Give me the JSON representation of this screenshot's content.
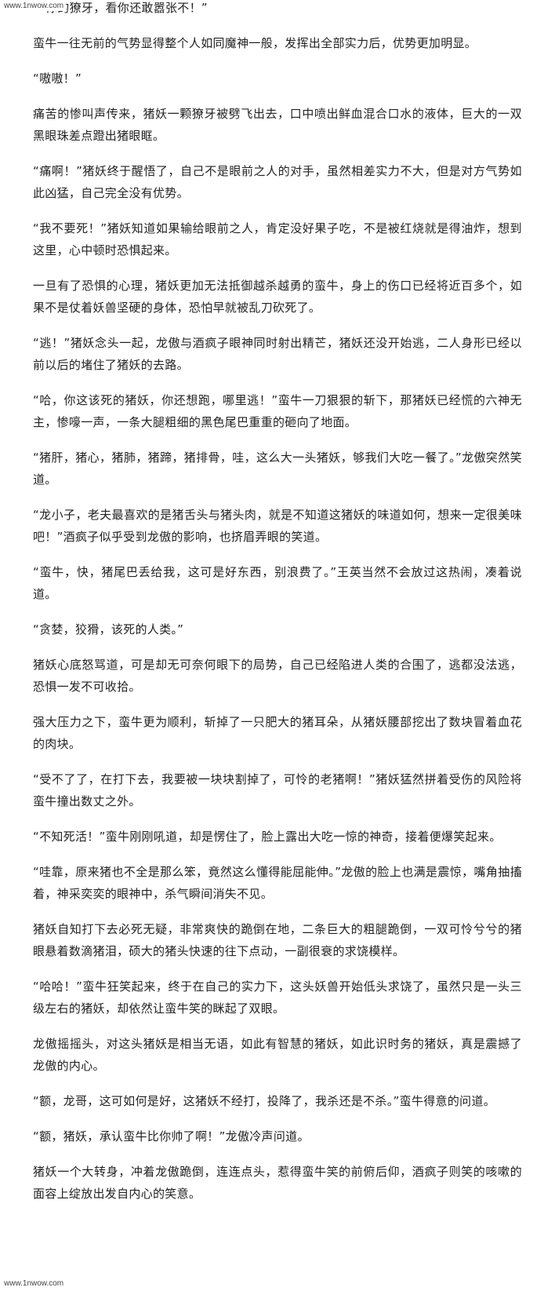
{
  "watermark": {
    "top": "www.1nwow.com",
    "bottom": "www.1nwow.com"
  },
  "paragraphs": [
    "你的獠牙，看你还敢嚣张不！”",
    "蛮牛一往无前的气势显得整个人如同魔神一般，发挥出全部实力后，优势更加明显。",
    "“嗷嗷！”",
    "痛苦的惨叫声传来，猪妖一颗獠牙被劈飞出去，口中喷出鲜血混合口水的液体，巨大的一双黑眼珠差点蹬出猪眼眶。",
    "“痛啊！”猪妖终于醒悟了，自己不是眼前之人的对手，虽然相差实力不大，但是对方气势如此凶猛，自己完全没有优势。",
    "“我不要死！”猪妖知道如果输给眼前之人，肯定没好果子吃，不是被红烧就是得油炸，想到这里，心中顿时恐惧起来。",
    "一旦有了恐惧的心理，猪妖更加无法抵御越杀越勇的蛮牛，身上的伤口已经将近百多个，如果不是仗着妖兽坚硬的身体，恐怕早就被乱刀砍死了。",
    "“逃！”猪妖念头一起，龙傲与酒疯子眼神同时射出精芒，猪妖还没开始逃，二人身形已经以前以后的堵住了猪妖的去路。",
    "“哈，你这该死的猪妖，你还想跑，哪里逃！”蛮牛一刀狠狠的斩下，那猪妖已经慌的六神无主，惨嚎一声，一条大腿粗细的黑色尾巴重重的砸向了地面。",
    "“猪肝，猪心，猪肺，猪蹄，猪排骨，哇，这么大一头猪妖，够我们大吃一餐了。”龙傲突然笑道。",
    "“龙小子，老夫最喜欢的是猪舌头与猪头肉，就是不知道这猪妖的味道如何，想来一定很美味吧！”酒疯子似乎受到龙傲的影响，也挤眉弄眼的笑道。",
    "“蛮牛，快，猪尾巴丢给我，这可是好东西，别浪费了。”王英当然不会放过这热闹，凑着说道。",
    "“贪婪，狡猾，该死的人类。”",
    "猪妖心底怒骂道，可是却无可奈何眼下的局势，自己已经陷进人类的合围了，逃都没法逃，恐惧一发不可收拾。",
    "强大压力之下，蛮牛更为顺利，斩掉了一只肥大的猪耳朵，从猪妖腰部挖出了数块冒着血花的肉块。",
    "“受不了了，在打下去，我要被一块块割掉了，可怜的老猪啊！”猪妖猛然拼着受伤的风险将蛮牛撞出数丈之外。",
    "“不知死活！”蛮牛刚刚吼道，却是愣住了，脸上露出大吃一惊的神奇，接着便爆笑起来。",
    "“哇靠，原来猪也不全是那么笨，竟然这么懂得能屈能伸。”龙傲的脸上也满是震惊，嘴角抽搐着，神采奕奕的眼神中，杀气瞬间消失不见。",
    "猪妖自知打下去必死无疑，非常爽快的跪倒在地，二条巨大的粗腿跪倒，一双可怜兮兮的猪眼悬着数滴猪泪，硕大的猪头快速的往下点动，一副很衰的求饶模样。",
    "“哈哈！”蛮牛狂笑起来，终于在自己的实力下，这头妖兽开始低头求饶了，虽然只是一头三级左右的猪妖，却依然让蛮牛笑的眯起了双眼。",
    "龙傲摇摇头，对这头猪妖是相当无语，如此有智慧的猪妖，如此识时务的猪妖，真是震撼了龙傲的内心。",
    "“额，龙哥，这可如何是好，这猪妖不经打，投降了，我杀还是不杀。”蛮牛得意的问道。",
    "“额，猪妖，承认蛮牛比你帅了啊！”龙傲冷声问道。",
    "猪妖一个大转身，冲着龙傲跪倒，连连点头，惹得蛮牛笑的前俯后仰，酒疯子则笑的咳嗽的面容上绽放出发自内心的笑意。"
  ]
}
